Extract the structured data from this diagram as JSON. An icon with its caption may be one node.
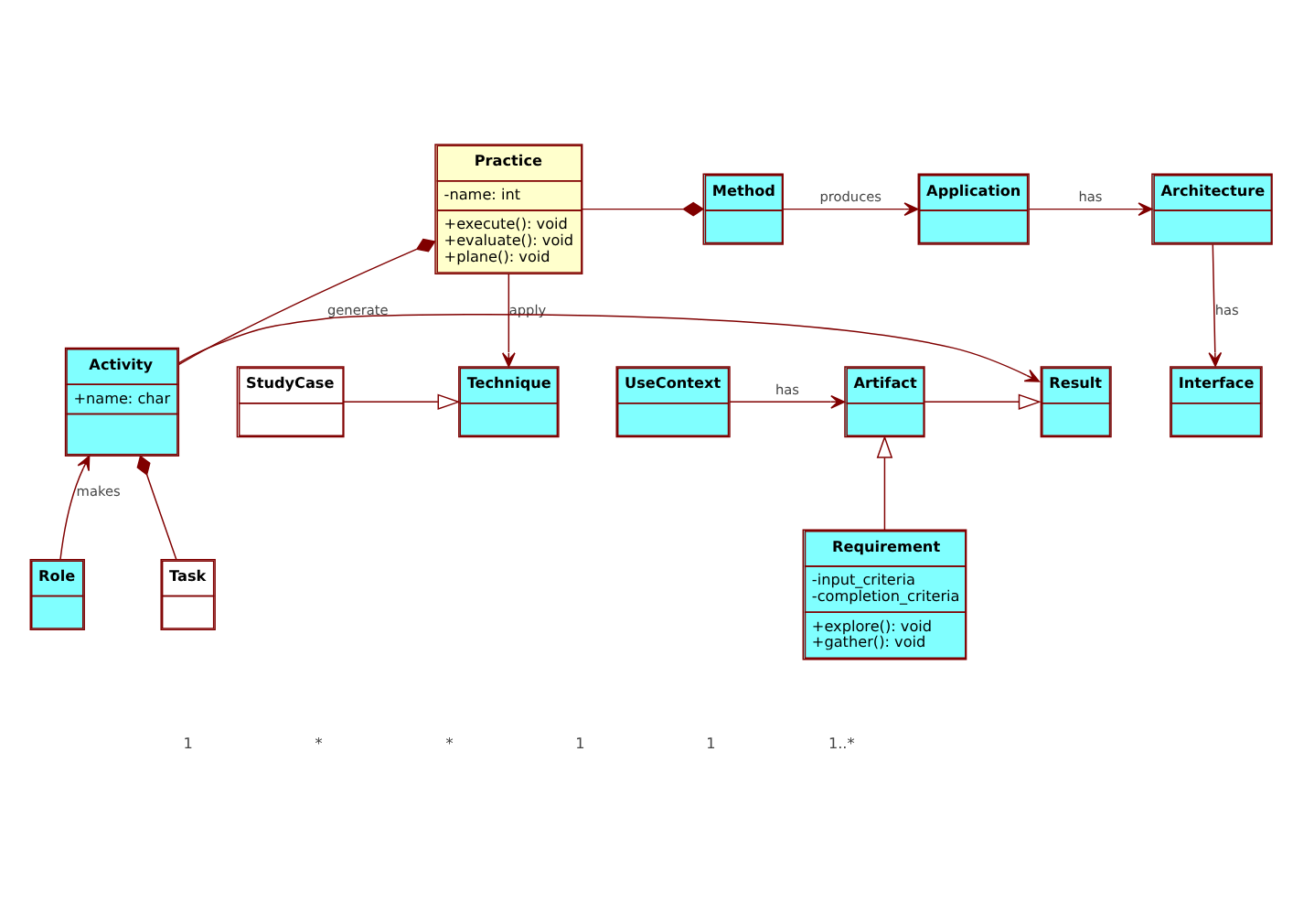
{
  "diagram": {
    "nodes": [
      {
        "text": [
          "Practice",
          "-name: int",
          "+execute(): void",
          "+evaluate(): void",
          "+plane(): void"
        ]
      },
      {
        "text": [
          "Method"
        ]
      },
      {
        "text": [
          "Application"
        ]
      },
      {
        "text": [
          "Architecture"
        ]
      },
      {
        "text": [
          "Technique"
        ]
      },
      {
        "text": [
          "StudyCase"
        ]
      },
      {
        "text": [
          "Interface"
        ]
      },
      {
        "text": [
          "Activity",
          "+name: char"
        ]
      },
      {
        "text": [
          "Result"
        ]
      },
      {
        "text": [
          "Artifact"
        ]
      },
      {
        "text": [
          "UseContext"
        ]
      },
      {
        "text": [
          "Task"
        ]
      },
      {
        "text": [
          "Role"
        ]
      },
      {
        "text": [
          "Requirement",
          "-input_criteria",
          "-completion_criteria",
          "+explore(): void",
          "+gather(): void"
        ]
      }
    ],
    "edges": [
      {
        "from": 0,
        "to": 1,
        "arrow": "other"
      },
      {
        "from": 1,
        "to": 2,
        "arrow": "to",
        "label": "produces"
      },
      {
        "from": 2,
        "to": 3,
        "arrow": "to",
        "label": "has"
      },
      {
        "from": 0,
        "to": 4,
        "arrow": "to",
        "label": "apply"
      },
      {
        "from": 5,
        "to": 4,
        "arrow": "to"
      },
      {
        "from": 3,
        "to": 6,
        "arrow": "to",
        "label": "has"
      },
      {
        "from": 7,
        "to": 0,
        "arrow": "other"
      },
      {
        "from": 7,
        "to": 8,
        "arrow": "to",
        "label": "generate"
      },
      {
        "from": 9,
        "to": 8,
        "arrow": "to"
      },
      {
        "from": 10,
        "to": 9,
        "arrow": "to",
        "label": "has"
      },
      {
        "from": 11,
        "to": 7,
        "arrow": "other"
      },
      {
        "from": 12,
        "to": 7,
        "arrow": "to",
        "label": "makes"
      },
      {
        "from": 13,
        "to": 9,
        "arrow": "to"
      }
    ],
    "labels": [
      "1",
      "*",
      "*",
      "1",
      "1",
      "1..*"
    ]
  }
}
